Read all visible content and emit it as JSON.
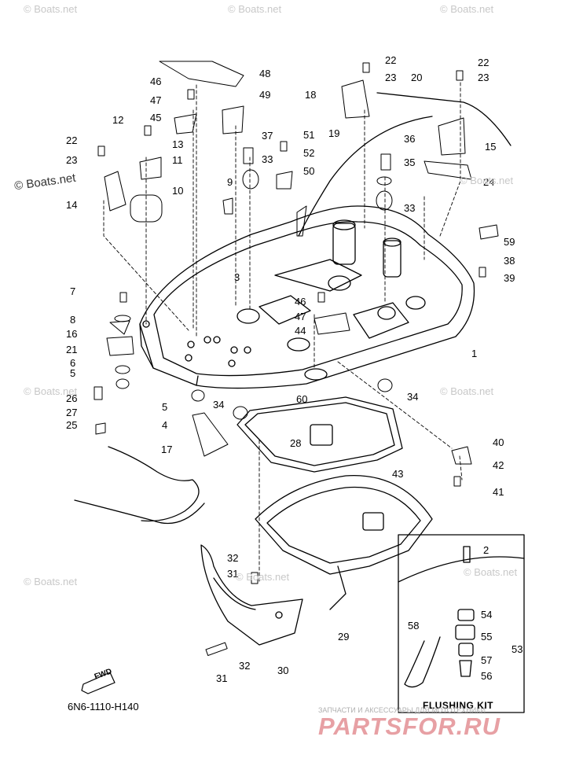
{
  "watermark": {
    "text": "© Boats.net"
  },
  "callouts": [
    {
      "id": "c1",
      "text": "1"
    },
    {
      "id": "c2",
      "text": "2"
    },
    {
      "id": "c3",
      "text": "3"
    },
    {
      "id": "c4",
      "text": "4"
    },
    {
      "id": "c5a",
      "text": "5"
    },
    {
      "id": "c5b",
      "text": "5"
    },
    {
      "id": "c6",
      "text": "6"
    },
    {
      "id": "c7",
      "text": "7"
    },
    {
      "id": "c8",
      "text": "8"
    },
    {
      "id": "c9",
      "text": "9"
    },
    {
      "id": "c10",
      "text": "10"
    },
    {
      "id": "c11",
      "text": "11"
    },
    {
      "id": "c12",
      "text": "12"
    },
    {
      "id": "c13",
      "text": "13"
    },
    {
      "id": "c14",
      "text": "14"
    },
    {
      "id": "c15",
      "text": "15"
    },
    {
      "id": "c16",
      "text": "16"
    },
    {
      "id": "c17",
      "text": "17"
    },
    {
      "id": "c18",
      "text": "18"
    },
    {
      "id": "c19",
      "text": "19"
    },
    {
      "id": "c20",
      "text": "20"
    },
    {
      "id": "c21",
      "text": "21"
    },
    {
      "id": "c22a",
      "text": "22"
    },
    {
      "id": "c22b",
      "text": "22"
    },
    {
      "id": "c22c",
      "text": "22"
    },
    {
      "id": "c23a",
      "text": "23"
    },
    {
      "id": "c23b",
      "text": "23"
    },
    {
      "id": "c23c",
      "text": "23"
    },
    {
      "id": "c24",
      "text": "24"
    },
    {
      "id": "c25",
      "text": "25"
    },
    {
      "id": "c26",
      "text": "26"
    },
    {
      "id": "c27",
      "text": "27"
    },
    {
      "id": "c28",
      "text": "28"
    },
    {
      "id": "c29",
      "text": "29"
    },
    {
      "id": "c30",
      "text": "30"
    },
    {
      "id": "c31a",
      "text": "31"
    },
    {
      "id": "c31b",
      "text": "31"
    },
    {
      "id": "c32a",
      "text": "32"
    },
    {
      "id": "c32b",
      "text": "32"
    },
    {
      "id": "c33a",
      "text": "33"
    },
    {
      "id": "c33b",
      "text": "33"
    },
    {
      "id": "c34a",
      "text": "34"
    },
    {
      "id": "c34b",
      "text": "34"
    },
    {
      "id": "c35",
      "text": "35"
    },
    {
      "id": "c36",
      "text": "36"
    },
    {
      "id": "c37",
      "text": "37"
    },
    {
      "id": "c38",
      "text": "38"
    },
    {
      "id": "c39",
      "text": "39"
    },
    {
      "id": "c40",
      "text": "40"
    },
    {
      "id": "c41",
      "text": "41"
    },
    {
      "id": "c42",
      "text": "42"
    },
    {
      "id": "c43",
      "text": "43"
    },
    {
      "id": "c44",
      "text": "44"
    },
    {
      "id": "c45",
      "text": "45"
    },
    {
      "id": "c46a",
      "text": "46"
    },
    {
      "id": "c46b",
      "text": "46"
    },
    {
      "id": "c47a",
      "text": "47"
    },
    {
      "id": "c47b",
      "text": "47"
    },
    {
      "id": "c48",
      "text": "48"
    },
    {
      "id": "c49",
      "text": "49"
    },
    {
      "id": "c50",
      "text": "50"
    },
    {
      "id": "c51",
      "text": "51"
    },
    {
      "id": "c52",
      "text": "52"
    },
    {
      "id": "c53",
      "text": "53"
    },
    {
      "id": "c54",
      "text": "54"
    },
    {
      "id": "c55",
      "text": "55"
    },
    {
      "id": "c56",
      "text": "56"
    },
    {
      "id": "c57",
      "text": "57"
    },
    {
      "id": "c58",
      "text": "58"
    },
    {
      "id": "c59",
      "text": "59"
    },
    {
      "id": "c60",
      "text": "60"
    }
  ],
  "diagram_code": "6N6-1110-H140",
  "flushing_kit_title": "FLUSHING KIT",
  "fwd_label": "FWD",
  "shop_caption": "ЗАПЧАСТИ И АКСЕССУАРЫ ДЛЯ МОТОТЕХНИКИ",
  "shop_brand": "PARTSFOR.RU",
  "colors": {
    "line": "#000000",
    "watermark": "#c8c8c8",
    "brand": "#e7a0a4"
  }
}
